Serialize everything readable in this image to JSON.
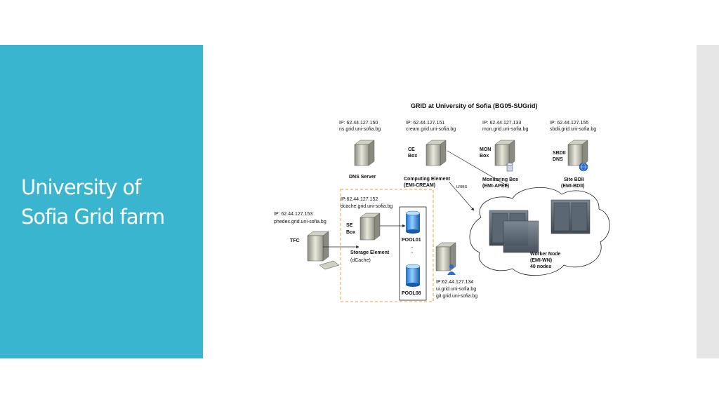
{
  "slide": {
    "title_line1": "University of",
    "title_line2": "Sofia Grid farm",
    "accent_color": "#3ab5d0"
  },
  "diagram": {
    "title": "GRID at University of Sofia (BG05-SUGrid)",
    "dns": {
      "ip": "IP: 62.44.127.150",
      "host": "ns.grid.uni-sofia.bg",
      "label": "DNS Server"
    },
    "ce": {
      "ip": "IP: 62.44.127.151",
      "host": "cream.grid.uni-sofia.bg",
      "tag1": "CE",
      "tag2": "Box",
      "label1": "Computing Element",
      "label2": "(EMI-CREAM)",
      "lrms": "LRMS"
    },
    "mon": {
      "ip": "IP: 62.44.127.133",
      "host": "mon.grid.uni-sofia.bg",
      "tag1": "MON",
      "tag2": "Box",
      "label1": "Monitoring Box",
      "label2": "(EMI-APEL)"
    },
    "bdii": {
      "ip": "IP: 62.44.127.155",
      "host": "sbdii.grid.uni-sofia.bg",
      "tag1": "SBDII",
      "tag2": "DNS",
      "label1": "Site BDII",
      "label2": "(EMI-BDII)"
    },
    "se": {
      "ip": "IP:62.44.127.152",
      "host": "dcache.grid.uni-sofia.bg",
      "tag1": "SE",
      "tag2": "Box",
      "label1": "Storage Element",
      "label2": "(dCache)"
    },
    "pools": {
      "first": "POOL01",
      "last": "POOL08"
    },
    "tfc": {
      "ip": "IP: 62.44.127.153",
      "host": "phedex.grid.uni-sofia.bg",
      "label": "TFC"
    },
    "ui": {
      "ip": "IP:62.44.127.134",
      "host1": "ui.grid.uni-sofia.bg",
      "host2": "git.grid.uni-sofia.bg"
    },
    "wn": {
      "label1": "Worker Node",
      "label2": "(EMI-WN)",
      "label3": "40 nodes"
    }
  }
}
